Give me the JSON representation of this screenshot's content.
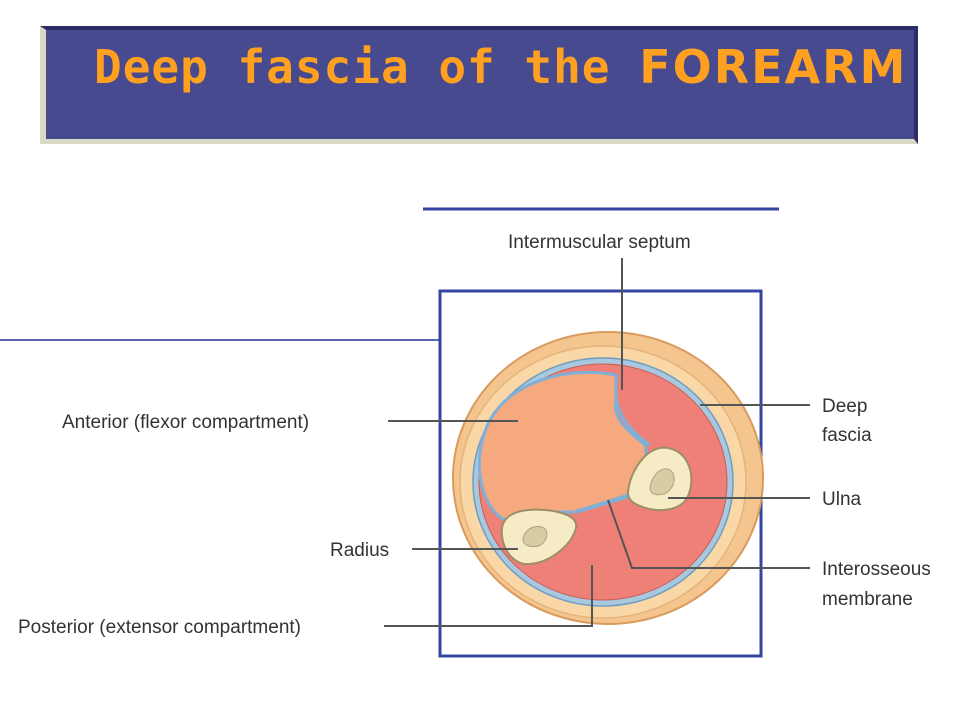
{
  "title": {
    "lead": "Deep fascia of the ",
    "emphasis": "FOREARM"
  },
  "labels": {
    "intermuscular_septum": "Intermuscular septum",
    "anterior": "Anterior (flexor compartment)",
    "deep_fascia_1": "Deep",
    "deep_fascia_2": "fascia",
    "ulna": "Ulna",
    "radius": "Radius",
    "interosseous_1": "Interosseous",
    "interosseous_2": "membrane",
    "posterior": "Posterior (extensor compartment)"
  },
  "colors": {
    "banner": "#474a8e",
    "title": "#ffa020",
    "frame": "#3444a0",
    "skin": "#f4c58f",
    "skin_edge": "#d99a5c",
    "anterior": "#f6a97e",
    "posterior": "#ee8078",
    "fascia": "#a8c8e0",
    "bone": "#f5ecc6"
  }
}
